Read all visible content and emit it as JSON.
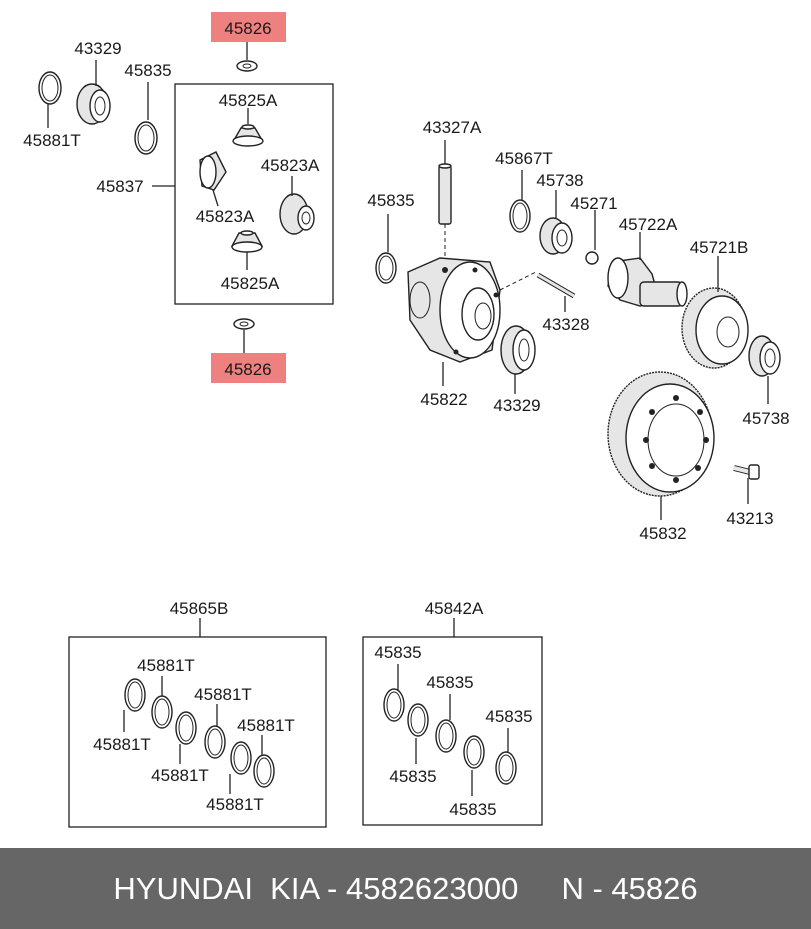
{
  "labels": {
    "l45826_top": "45826",
    "l43329_top": "43329",
    "l45835_top": "45835",
    "l45881T_top": "45881T",
    "l45825A_top": "45825A",
    "l45837": "45837",
    "l45823A_r": "45823A",
    "l45823A_l": "45823A",
    "l45825A_bot": "45825A",
    "l45826_bot": "45826",
    "l43327A": "43327A",
    "l45867T": "45867T",
    "l45738_top": "45738",
    "l45835_mid": "45835",
    "l45271": "45271",
    "l45722A": "45722A",
    "l45721B": "45721B",
    "l43328": "43328",
    "l45822": "45822",
    "l43329_mid": "43329",
    "l45738_bot": "45738",
    "l45832": "45832",
    "l43213": "43213",
    "l45865B": "45865B",
    "kitA_1": "45881T",
    "kitA_2": "45881T",
    "kitA_3": "45881T",
    "kitA_4": "45881T",
    "kitA_5": "45881T",
    "kitA_6": "45881T",
    "l45842A": "45842A",
    "kitB_1": "45835",
    "kitB_2": "45835",
    "kitB_3": "45835",
    "kitB_4": "45835",
    "kitB_5": "45835"
  },
  "footer": {
    "text": "HYUNDAI  KIA - 4582623000     N - 45826"
  },
  "colors": {
    "highlight": "#ef8080",
    "footer_bg": "#666666",
    "footer_text": "#ffffff"
  }
}
